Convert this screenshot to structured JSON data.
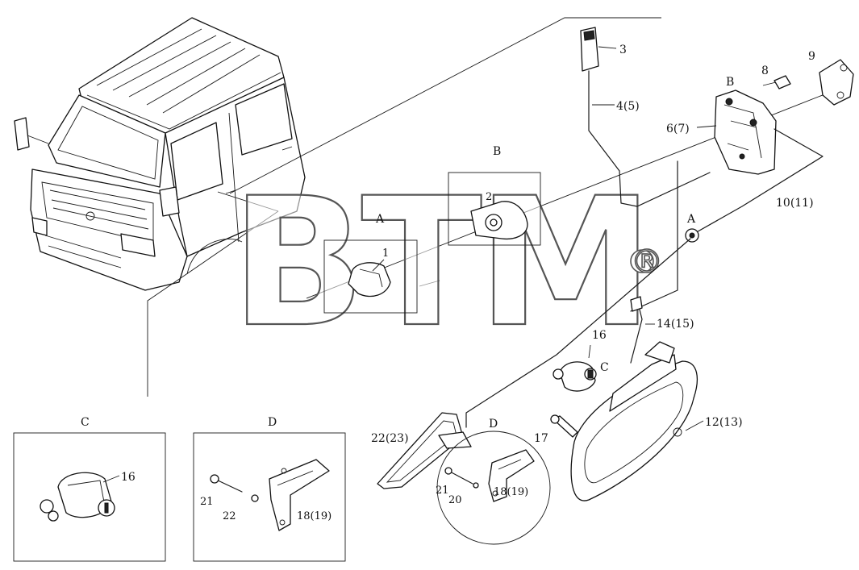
{
  "watermark": {
    "text": "BTM",
    "mark": "®"
  },
  "views": {
    "A": {
      "title": "A"
    },
    "B": {
      "title": "B"
    },
    "C": {
      "title": "C"
    },
    "D": {
      "title": "D"
    },
    "A_ref": "A",
    "B_ref": "B",
    "C_ref": "C",
    "D_ref": "D"
  },
  "callouts": {
    "p1": "1",
    "p2": "2",
    "p3": "3",
    "p4": "4(5)",
    "p6": "6(7)",
    "p8": "8",
    "p9": "9",
    "p10": "10(11)",
    "p12": "12(13)",
    "p14": "14(15)",
    "p16_main": "16",
    "p16_c": "16",
    "p17": "17",
    "p18_d": "18(19)",
    "p18_c": "18(19)",
    "p20": "20",
    "p21_d": "21",
    "p21_c": "21",
    "p22_d": "22",
    "p22_main": "22(23)"
  }
}
